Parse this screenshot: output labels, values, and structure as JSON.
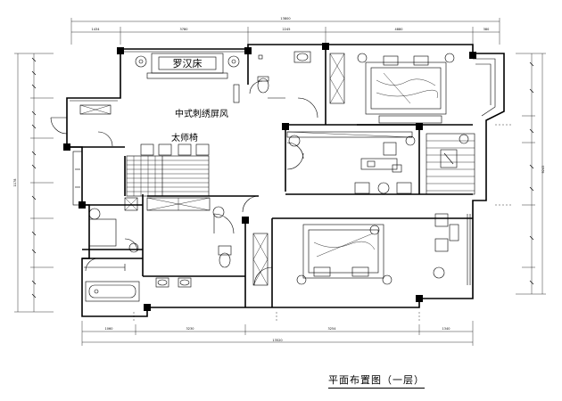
{
  "title": "平面布置图（一层）",
  "labels": {
    "luohan_bed": "罗汉床",
    "screen": "中式刺绣屏风",
    "taishi_chair": "太师椅"
  },
  "dimensions": {
    "top_total": "13800",
    "top_segments": [
      "1434",
      "3780",
      "2245",
      "4880",
      "380"
    ],
    "bottom_total": "13520",
    "bottom_segments": [
      "1060",
      "3230",
      "3254",
      "1340"
    ],
    "left_total": "1178",
    "right_total": "9245"
  }
}
